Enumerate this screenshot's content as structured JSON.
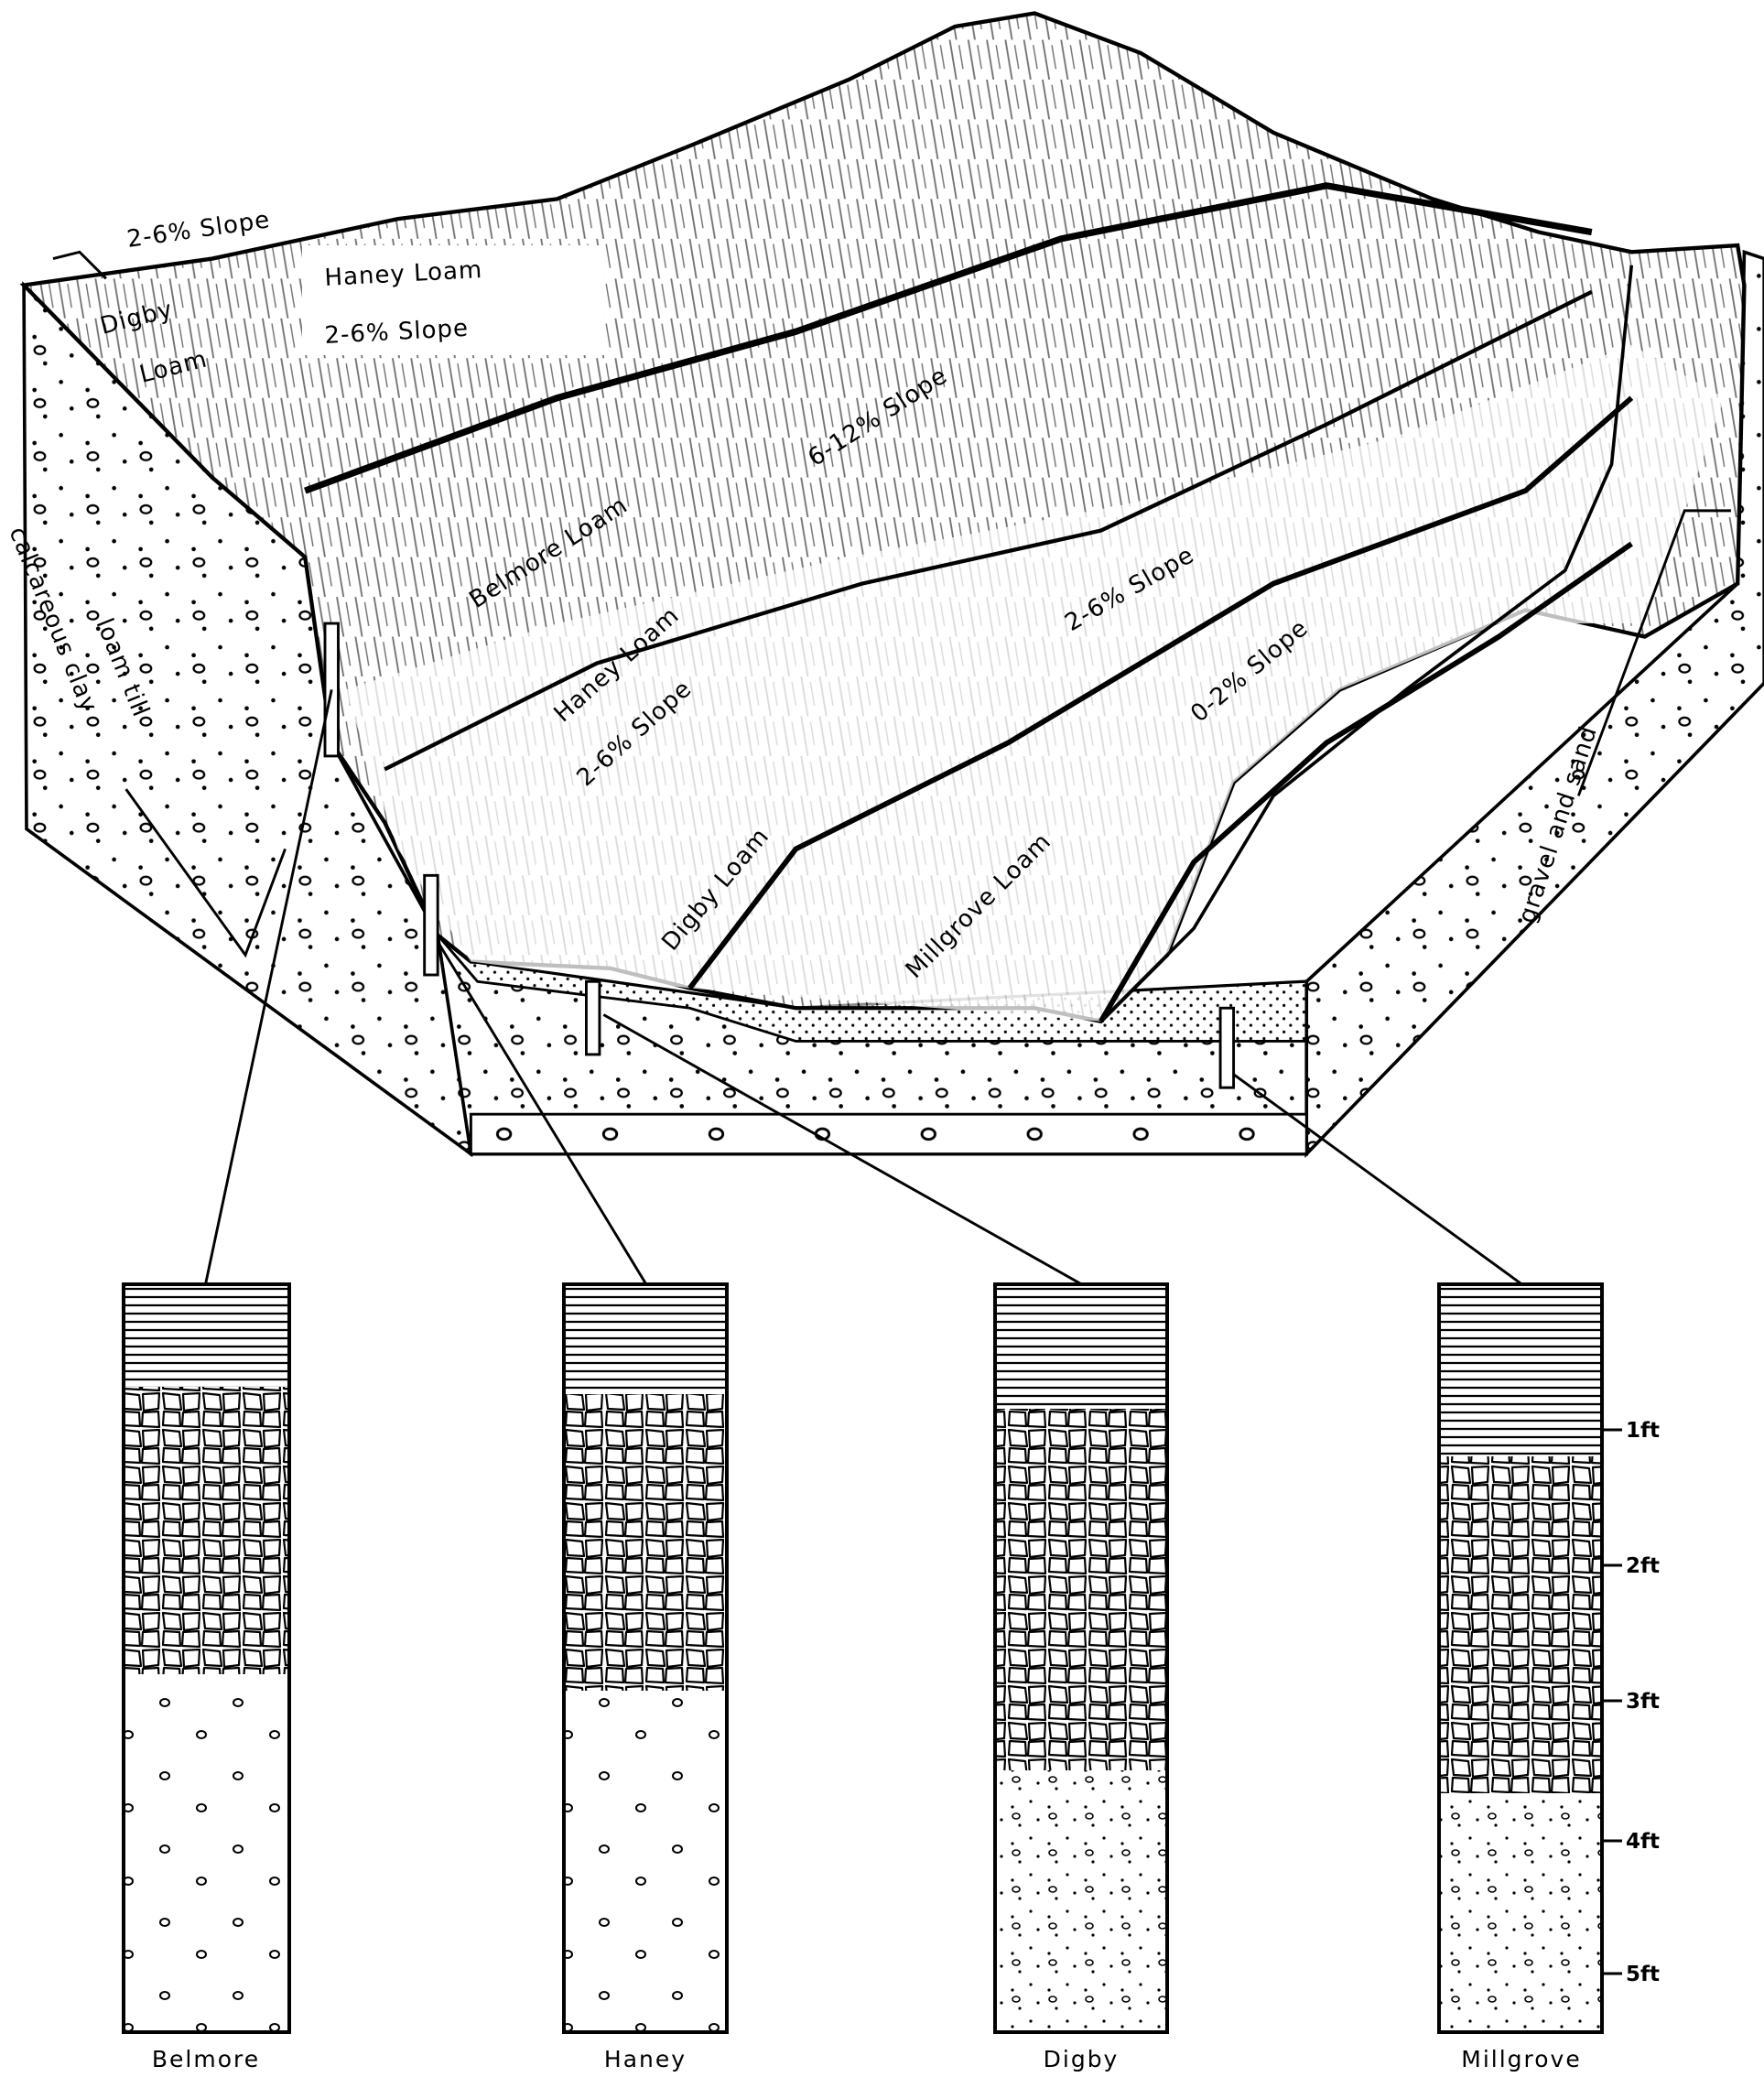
{
  "block_diagram": {
    "labels": {
      "top_slope": "2-6% Slope",
      "digby_top": "Digby",
      "digby_top_2": "Loam",
      "haney_top": "Haney Loam",
      "haney_top_slope": "2-6% Slope",
      "belmore": "Belmore Loam",
      "belmore_slope": "6-12% Slope",
      "haney_mid": "Haney Loam",
      "haney_mid_slope": "2-6% Slope",
      "digby_slope": "2-6% Slope",
      "millgrove_slope": "0-2% Slope",
      "digby_mid": "Digby Loam",
      "millgrove": "Millgrove Loam",
      "till_1": "calcareous clay",
      "till_2": "loam till",
      "gravel": "gravel and sand"
    }
  },
  "profiles": [
    {
      "name": "Belmore"
    },
    {
      "name": "Haney"
    },
    {
      "name": "Digby"
    },
    {
      "name": "Millgrove"
    }
  ],
  "depth_scale": [
    "1ft",
    "2ft",
    "3ft",
    "4ft",
    "5ft"
  ]
}
